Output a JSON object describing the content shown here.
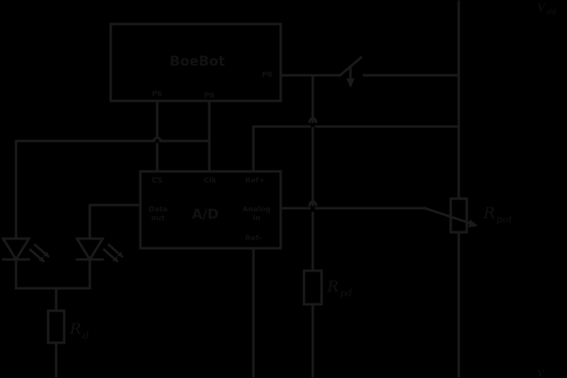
{
  "labels": {
    "vdd": "V",
    "vdd_sub": "dd",
    "boebot": "BoeBot",
    "p8_right": "P8",
    "p6": "P6",
    "p8_bottom": "P8",
    "cs": "CS",
    "clk": "Clk",
    "ref_plus": "Ref+",
    "data_out_1": "Data",
    "data_out_2": "out",
    "ad": "A/D",
    "analog_in_1": "Analog",
    "analog_in_2": "in",
    "ref_minus": "Ref-",
    "r_pot": "R",
    "r_pot_sub": "pot",
    "r_pd": "R",
    "r_pd_sub": "pd",
    "r_d": "R",
    "r_d_sub": "d",
    "ss": "V"
  }
}
